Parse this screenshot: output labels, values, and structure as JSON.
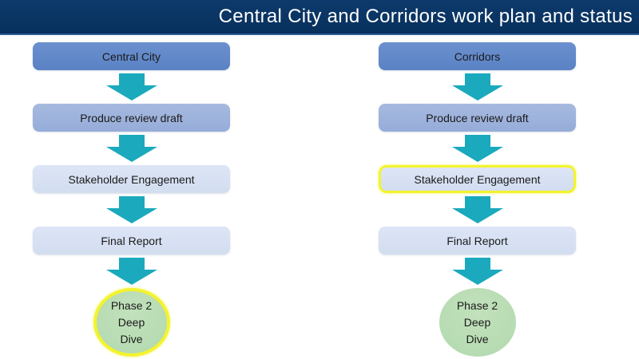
{
  "title": "Central City and Corridors work plan and status",
  "columns": [
    {
      "header": "Central City",
      "steps": [
        "Produce review draft",
        "Stakeholder Engagement",
        "Final Report"
      ],
      "highlighted_step_index": null,
      "phase": [
        "Phase 2",
        "Deep",
        "Dive"
      ],
      "phase_highlighted": true
    },
    {
      "header": "Corridors",
      "steps": [
        "Produce review draft",
        "Stakeholder Engagement",
        "Final Report"
      ],
      "highlighted_step_index": 1,
      "phase": [
        "Phase 2",
        "Deep",
        "Dive"
      ],
      "phase_highlighted": false
    }
  ],
  "colors": {
    "title_bar": "#07305c",
    "title_bar_edge": "#2e5e99",
    "title_text": "#ffffff",
    "header_box": "#5d85c7",
    "step_box_medium": "#9cb1e0",
    "step_box_light": "#d6e0f3",
    "arrow": "#1aa9bd",
    "phase_circle": "#b9dcb5",
    "highlight_yellow": "#f3f32e",
    "box_text": "#1a1a1a"
  },
  "icons": {
    "down_arrow": "block-arrow-down"
  }
}
